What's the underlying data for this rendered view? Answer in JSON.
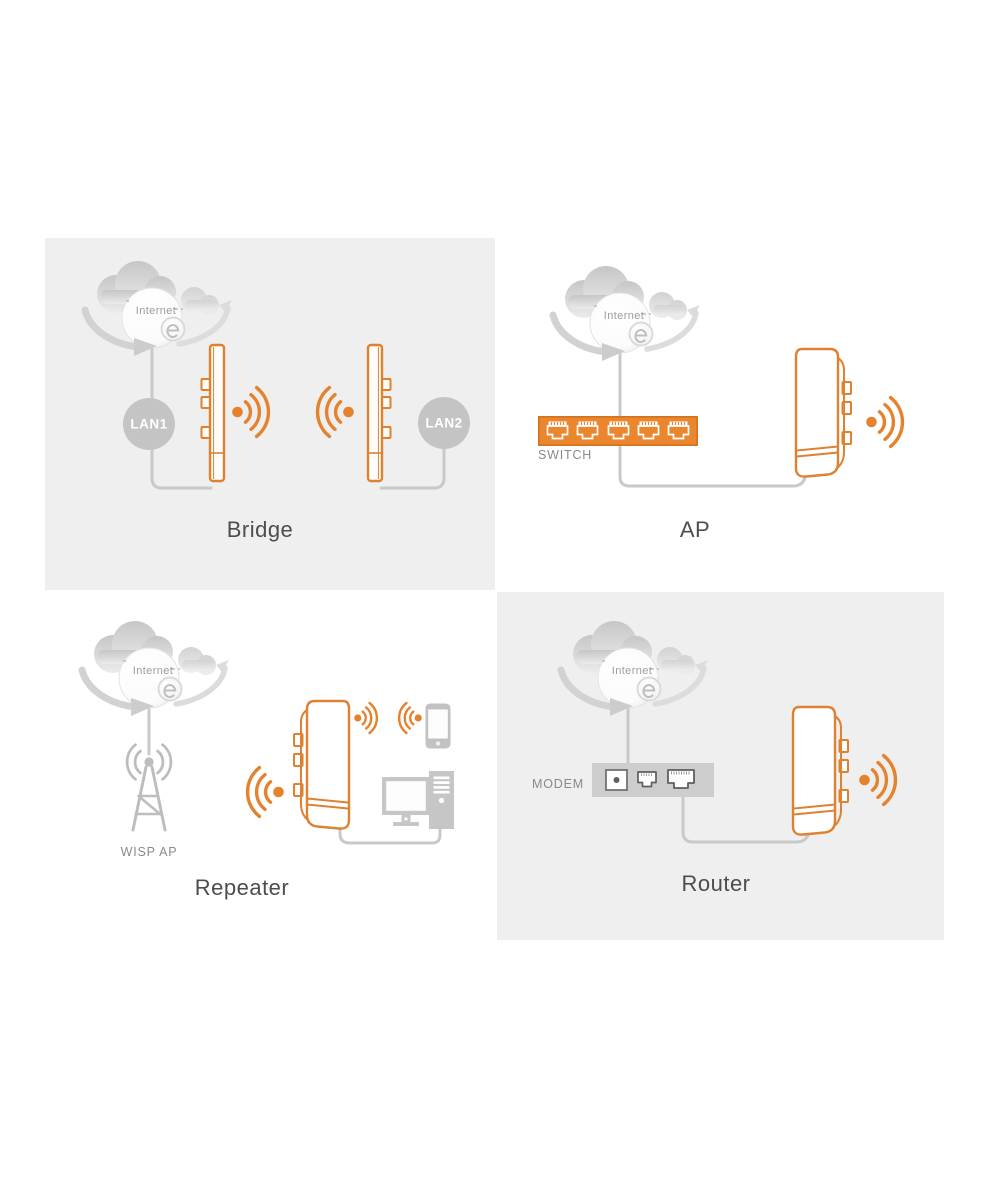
{
  "panels": {
    "bridge": {
      "title": "Bridge",
      "internet": "Internet",
      "lan1": "LAN1",
      "lan2": "LAN2"
    },
    "ap": {
      "title": "AP",
      "internet": "Internet",
      "switch": "SWITCH"
    },
    "repeater": {
      "title": "Repeater",
      "internet": "Internet",
      "wisp": "WISP AP"
    },
    "router": {
      "title": "Router",
      "internet": "Internet",
      "modem": "MODEM"
    }
  },
  "icons": {
    "cloud": "internet-cloud-globe-with-swirl-arrows",
    "wifi": "orange-dot-with-signal-arcs",
    "cpe_side": "outdoor-cpe-device-side-view",
    "cpe_front": "outdoor-cpe-device-front-view",
    "switch": "5-port-ethernet-switch",
    "modem": "modem-with-power-and-rj45-ports",
    "tower": "wisp-radio-tower",
    "phone": "smartphone",
    "pc": "desktop-computer"
  },
  "colors": {
    "accent_orange": "#E5822D",
    "panel_gray": "#EFEFEF",
    "cable_gray": "#C9C9C9",
    "device_gray": "#C6C6C6",
    "node_circle_gray": "#C4C4C4",
    "title_text": "#4D4D4D",
    "small_text": "#8A8A8A",
    "white": "#FFFFFF"
  }
}
